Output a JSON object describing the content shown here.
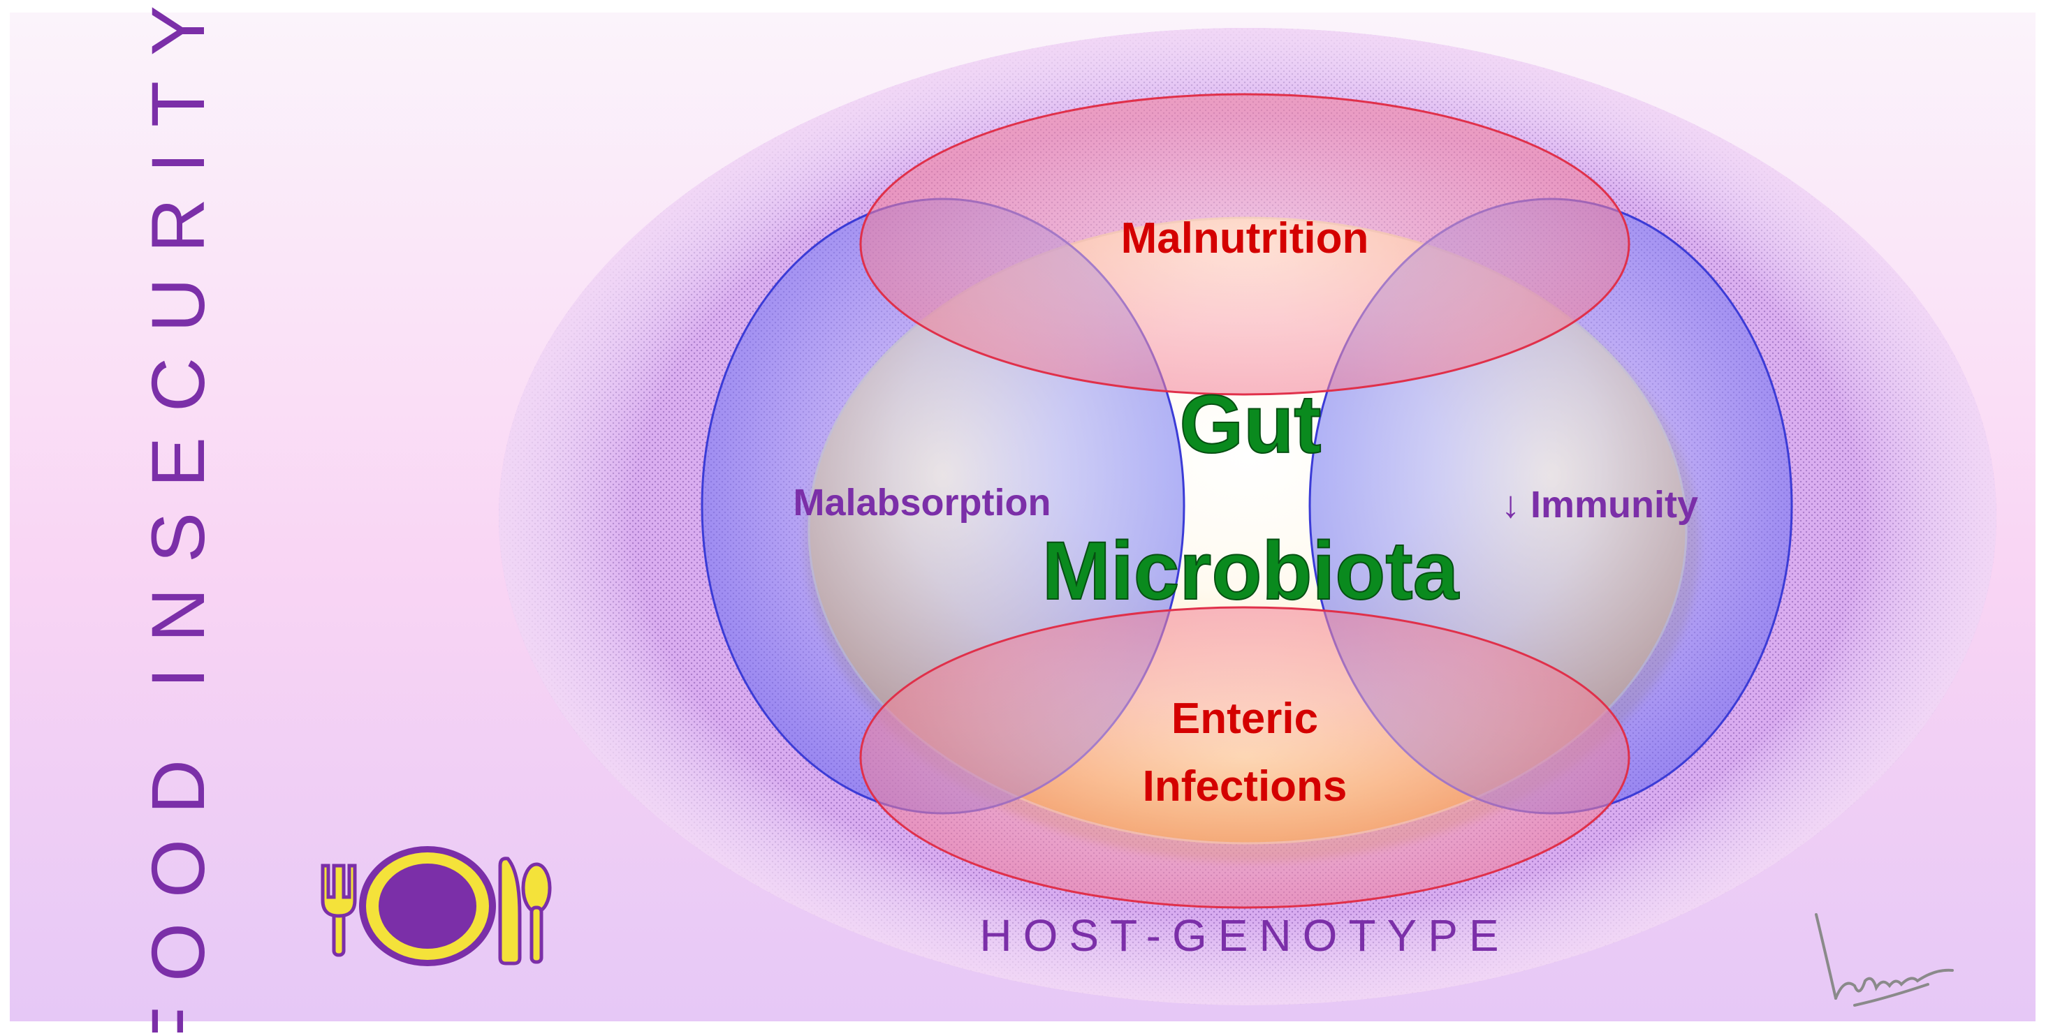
{
  "side_title": "FOOD INSECURITY",
  "center": {
    "line1": "Gut",
    "line2": "Microbiota"
  },
  "top_label": "Malnutrition",
  "left_label": "Malabsorption",
  "right_label": "↓ Immunity",
  "bottom_label": {
    "line1": "Enteric",
    "line2": "Infections"
  },
  "footer_label": "HOST-GENOTYPE",
  "icons": [
    "fork-icon",
    "plate-icon",
    "knife-icon",
    "spoon-icon",
    "signature"
  ],
  "colors": {
    "title_purple": "#7b2fa8",
    "center_green": "#0a8a1e",
    "red_label": "#d40000",
    "blue_ellipse": "#3b3bd6",
    "red_ellipse": "#e0304a",
    "icon_yellow": "#f4e23a",
    "icon_purple": "#7b2fa8"
  }
}
